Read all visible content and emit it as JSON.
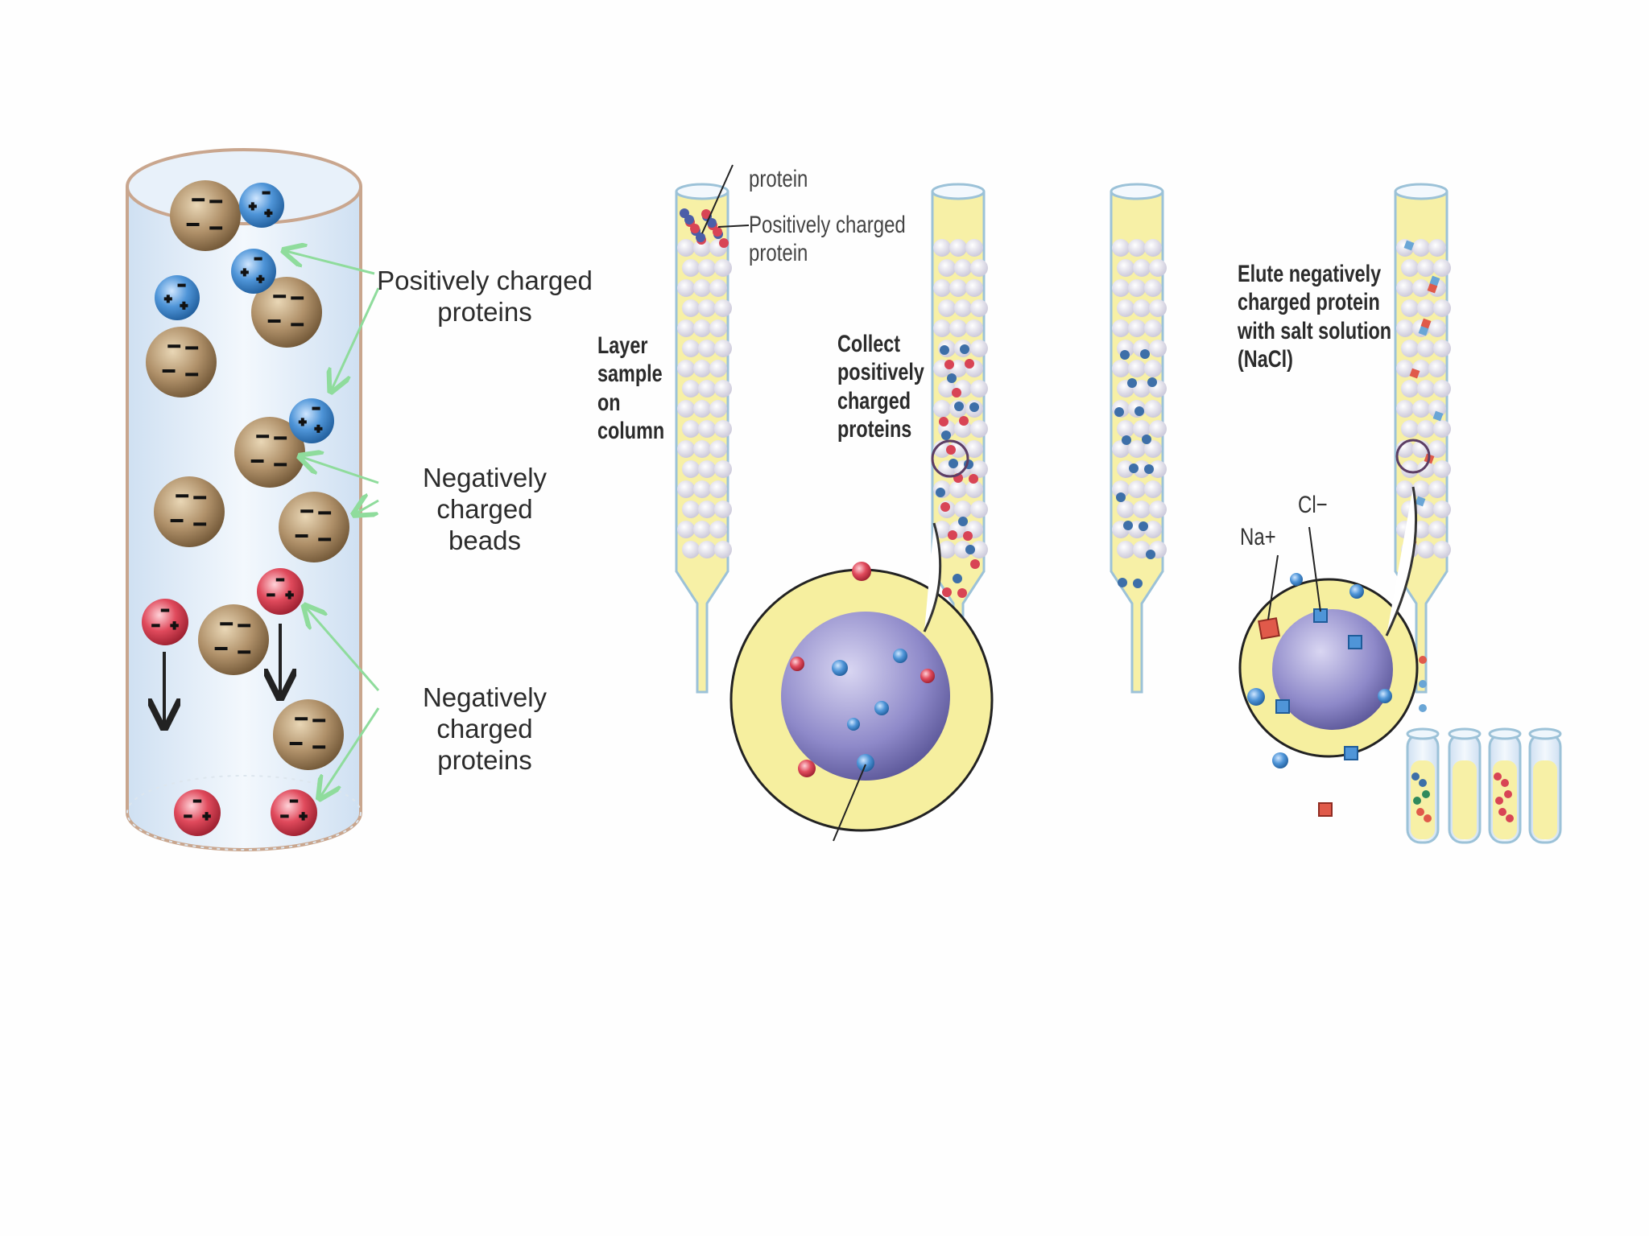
{
  "left_panel": {
    "label_positive_proteins": "Positively charged\nproteins",
    "label_negative_beads": "Negatively charged\nbeads",
    "label_negative_proteins": "Negatively charged\nproteins"
  },
  "right_panel": {
    "label_protein_top": "protein",
    "label_positive_protein": "Positively charged\nprotein",
    "step_layer": "Layer\nsample\non\ncolumn",
    "step_collect": "Collect\npositively\ncharged\nproteins",
    "step_elute": "Elute negatively\ncharged protein\nwith salt solution\n(NaCl)",
    "ion_na": "Na+",
    "ion_cl": "Cl−"
  },
  "colors": {
    "bead": "#a98a5e",
    "positive_protein": "#4b8fd0",
    "negative_protein": "#d84455",
    "column_fluid": "#f7f0a6",
    "arrow_green": "#8fdc9c"
  }
}
